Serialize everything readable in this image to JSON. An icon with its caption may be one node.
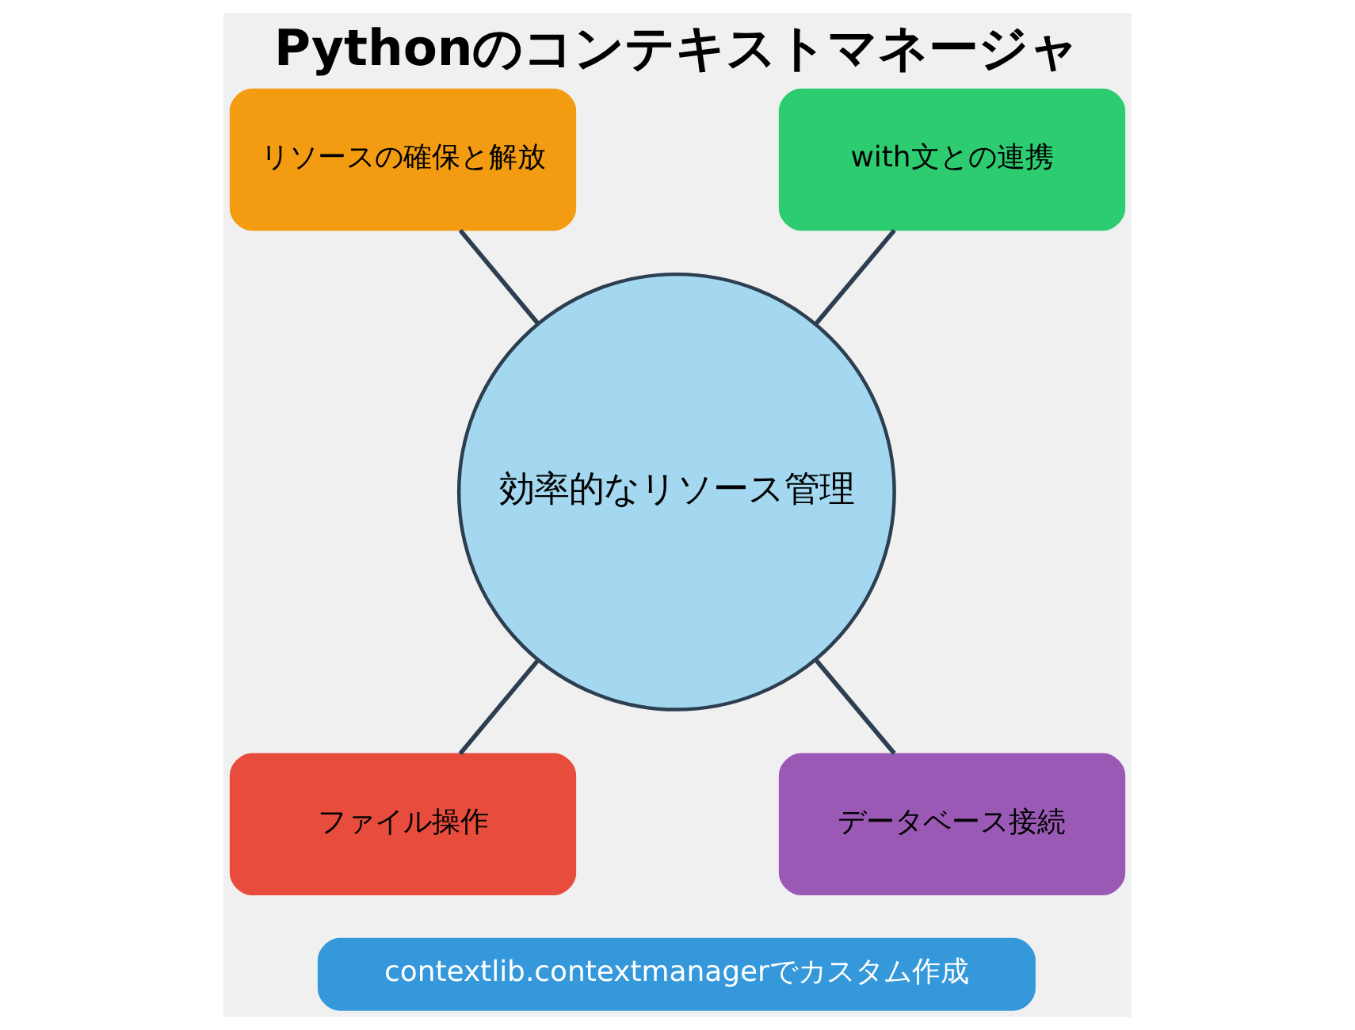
{
  "diagram": {
    "title": "Pythonのコンテキストマネージャ",
    "nodes": [
      {
        "text": [
          "効率的なリソース管理"
        ]
      },
      {
        "text": [
          "リソースの確保と解放"
        ]
      },
      {
        "text": [
          "with文との連携"
        ]
      },
      {
        "text": [
          "ファイル操作"
        ]
      },
      {
        "text": [
          "データベース接続"
        ]
      },
      {
        "text": [
          "contextlib.contextmanagerでカスタム作成"
        ]
      }
    ],
    "edges": [
      {
        "from": 1,
        "to": 0,
        "arrow": "none"
      },
      {
        "from": 2,
        "to": 0,
        "arrow": "none"
      },
      {
        "from": 0,
        "to": 3,
        "arrow": "none"
      },
      {
        "from": 0,
        "to": 4,
        "arrow": "none"
      }
    ]
  }
}
